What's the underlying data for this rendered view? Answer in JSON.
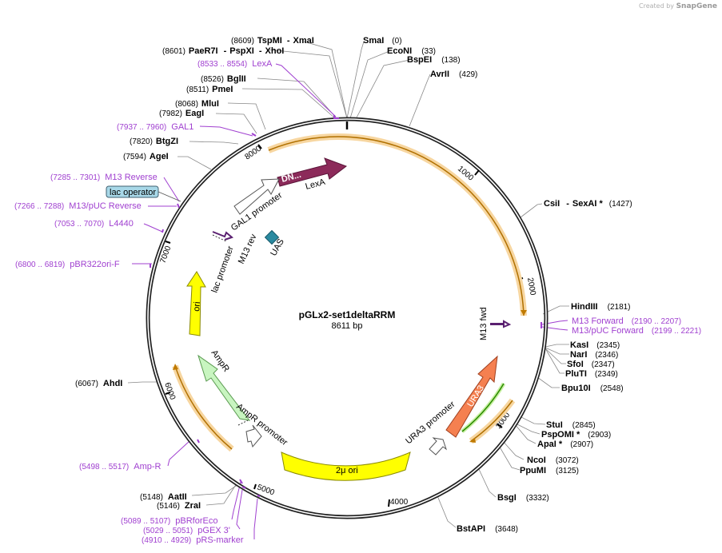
{
  "branding": {
    "created_by": "Created by",
    "app": "SnapGene"
  },
  "plasmid": {
    "name": "pGLx2-set1deltaRRM",
    "length_label": "8611 bp"
  },
  "ruler": [
    "1000",
    "2000",
    "3000",
    "4000",
    "5000",
    "6000",
    "7000",
    "8000"
  ],
  "enzymes": [
    {
      "pos": "(8609)",
      "name": "TspMI",
      "extra": "XmaI"
    },
    {
      "pos": "",
      "name": "SmaI",
      "post": "(0)"
    },
    {
      "pos": "(8601)",
      "name": "PaeR7I",
      "extra": "PspXI",
      "extra2": "XhoI"
    },
    {
      "pos": "",
      "name": "EcoNI",
      "post": "(33)"
    },
    {
      "pos": "",
      "name": "BspEI",
      "post": "(138)"
    },
    {
      "pos": "",
      "name": "AvrII",
      "post": "(429)"
    },
    {
      "pos": "(8526)",
      "name": "BglII"
    },
    {
      "pos": "(8511)",
      "name": "PmeI"
    },
    {
      "pos": "(8068)",
      "name": "MluI"
    },
    {
      "pos": "(7982)",
      "name": "EagI"
    },
    {
      "pos": "(7820)",
      "name": "BtgZI"
    },
    {
      "pos": "(7594)",
      "name": "AgeI"
    },
    {
      "pos": "",
      "name": "CsiI",
      "extra": "SexAI *",
      "post": "(1427)"
    },
    {
      "pos": "",
      "name": "HindIII",
      "post": "(2181)"
    },
    {
      "pos": "",
      "name": "KasI",
      "post": "(2345)"
    },
    {
      "pos": "",
      "name": "NarI",
      "post": "(2346)"
    },
    {
      "pos": "",
      "name": "SfoI",
      "post": "(2347)"
    },
    {
      "pos": "",
      "name": "PluTI",
      "post": "(2349)"
    },
    {
      "pos": "",
      "name": "Bpu10I",
      "post": "(2548)"
    },
    {
      "pos": "",
      "name": "StuI",
      "post": "(2845)"
    },
    {
      "pos": "",
      "name": "PspOMI *",
      "post": "(2903)"
    },
    {
      "pos": "",
      "name": "ApaI *",
      "post": "(2907)"
    },
    {
      "pos": "",
      "name": "NcoI",
      "post": "(3072)"
    },
    {
      "pos": "",
      "name": "PpuMI",
      "post": "(3125)"
    },
    {
      "pos": "",
      "name": "BsgI",
      "post": "(3332)"
    },
    {
      "pos": "",
      "name": "BstAPI",
      "post": "(3648)"
    },
    {
      "pos": "(6067)",
      "name": "AhdI"
    },
    {
      "pos": "(5148)",
      "name": "AatII"
    },
    {
      "pos": "(5146)",
      "name": "ZraI"
    }
  ],
  "primers": [
    {
      "range": "(8533 .. 8554)",
      "name": "LexA"
    },
    {
      "range": "(7937 .. 7960)",
      "name": "GAL1"
    },
    {
      "range": "(7285 .. 7301)",
      "name": "M13 Reverse"
    },
    {
      "range": "(7266 .. 7288)",
      "name": "M13/pUC Reverse"
    },
    {
      "range": "(7053 .. 7070)",
      "name": "L4440"
    },
    {
      "range": "(6800 .. 6819)",
      "name": "pBR322ori-F"
    },
    {
      "range": "(2190 .. 2207)",
      "name": "M13 Forward"
    },
    {
      "range": "(2199 .. 2221)",
      "name": "M13/pUC Forward"
    },
    {
      "range": "(5498 .. 5517)",
      "name": "Amp-R"
    },
    {
      "range": "(5089 .. 5107)",
      "name": "pBRforEco"
    },
    {
      "range": "(5029 .. 5051)",
      "name": "pGEX 3'"
    },
    {
      "range": "(4910 .. 4929)",
      "name": "pRS-marker"
    }
  ],
  "features": {
    "lac_operator": "lac operator",
    "dn": "DN...",
    "lexa": "LexA",
    "gal1_promoter": "GAL1 promoter",
    "m13_rev": "M13 rev",
    "uas": "UAS",
    "lac_promoter": "lac promoter",
    "ori": "ori",
    "ampr": "AmpR",
    "ampr_promoter": "AmpR promoter",
    "two_micron": "2μ ori",
    "ura3_promoter": "URA3 promoter",
    "ura3": "URA3",
    "m13_fwd": "M13 fwd"
  }
}
